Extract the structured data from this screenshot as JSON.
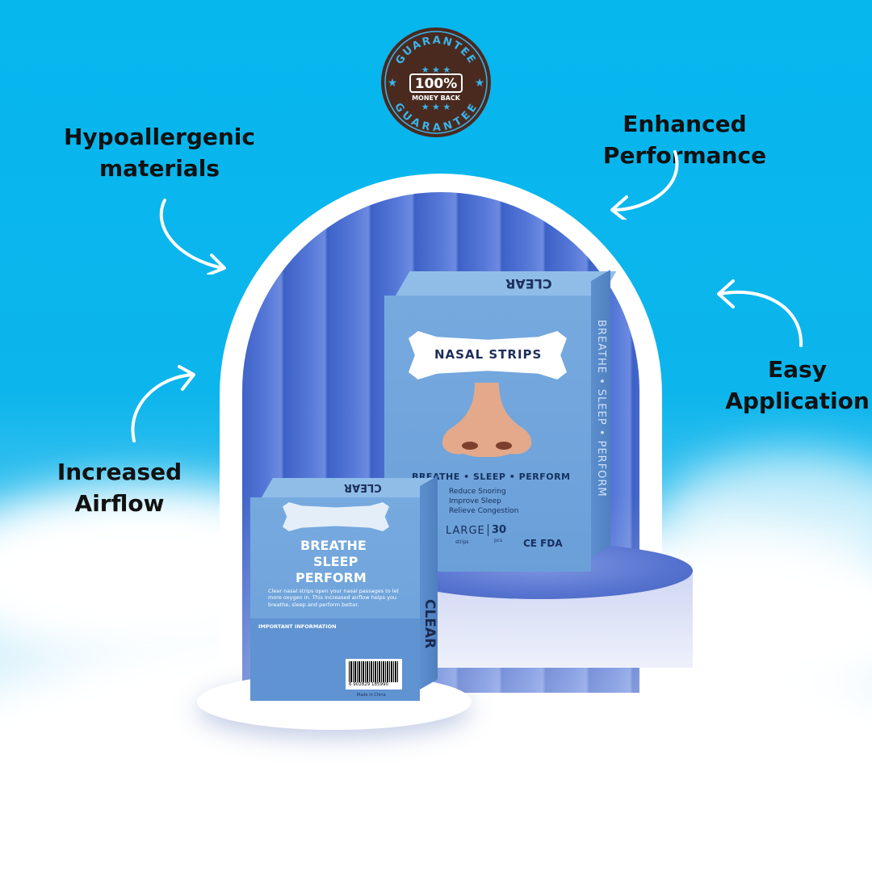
{
  "badge": {
    "top_text": "GUARANTEE",
    "percent": "100%",
    "middle": "MONEY BACK",
    "bottom_text": "GUARANTEE"
  },
  "features": {
    "hypoallergenic": [
      "Hypoallergenic",
      "materials"
    ],
    "enhanced": [
      "Enhanced Performance"
    ],
    "easy": [
      "Easy",
      "Application"
    ],
    "airflow": [
      "Increased",
      "Airflow"
    ]
  },
  "large_box": {
    "top_brand": "CLEAR",
    "title": "NASAL STRIPS",
    "tagline": "BREATHE • SLEEP • PERFORM",
    "benefits": [
      "Reduce Snoring",
      "Improve Sleep",
      "Relieve Congestion"
    ],
    "size": "LARGE",
    "size_sub": "strips",
    "count": "30",
    "count_unit": "pcs",
    "certs": "CE FDA",
    "side_text": "BREATHE • SLEEP • PERFORM"
  },
  "small_box": {
    "top_brand": "CLEAR",
    "headline": [
      "BREATHE",
      "SLEEP",
      "PERFORM"
    ],
    "description": "Clear nasal strips open your nasal passages to let more oxygen in. This increased airflow helps you breathe, sleep and perform better.",
    "info_title": "IMPORTANT INFORMATION",
    "side_brand": "CLEAR",
    "barcode": "6 902829 185990",
    "made_in": "Made in China"
  },
  "colors": {
    "sky": "#06b7ee",
    "arch": "#3f63c8",
    "box": "#76aadf",
    "badge": "#4a2a1f",
    "badge_text": "#39b5ec"
  }
}
